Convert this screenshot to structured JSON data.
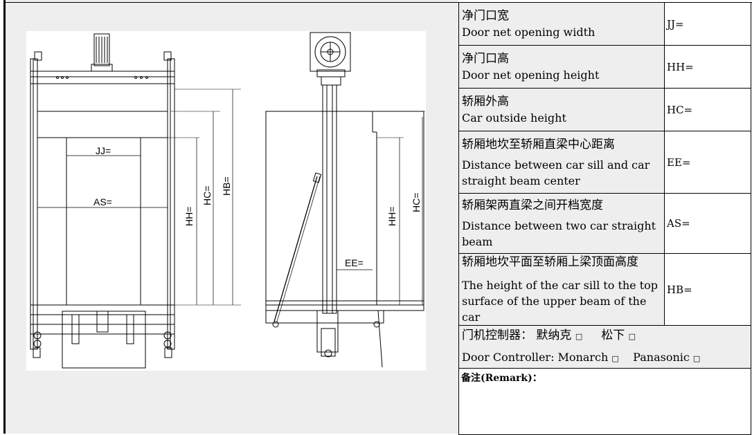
{
  "spec_table": [
    {
      "zh": "净门口宽",
      "en": "Door net opening width",
      "value": "JJ="
    },
    {
      "zh": "净门口高",
      "en": "Door net opening height",
      "value": "HH="
    },
    {
      "zh": "轿厢外高",
      "en": "Car outside height",
      "value": "HC="
    },
    {
      "zh": "轿厢地坎至轿厢直梁中心距离",
      "en": "Distance between car sill and car straight beam center",
      "value": "EE="
    },
    {
      "zh": "轿厢架两直梁之间开档宽度",
      "en": "Distance between two car straight beam",
      "value": "AS="
    },
    {
      "zh": "轿厢地坎平面至轿厢上梁顶面高度",
      "en": "The height of the car sill to the top surface of the upper beam of the car",
      "value": "HB="
    }
  ],
  "door_controller": {
    "zh_label": "门机控制器：",
    "zh_option1": "默纳克",
    "zh_option2": "松下",
    "en_label": "Door Controller: Monarch",
    "en_option2": "Panasonic",
    "checkbox": "□"
  },
  "remark": {
    "label": "备注(Remark)："
  },
  "drawing_labels": {
    "jj": "JJ=",
    "as": "AS=",
    "hh_front": "HH=",
    "hc_front": "HC=",
    "hb_front": "HB=",
    "ee": "EE=",
    "hh_side": "HH=",
    "hc_side": "HC="
  }
}
